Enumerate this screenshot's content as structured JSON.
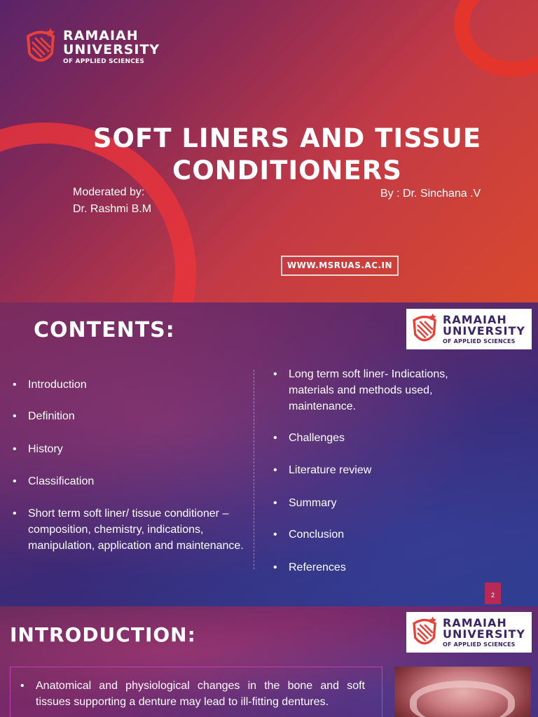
{
  "slide1": {
    "logo": {
      "line1": "RAMAIAH",
      "line2": "UNIVERSITY",
      "line3": "OF APPLIED SCIENCES"
    },
    "title_line1": "SOFT LINERS AND TISSUE",
    "title_line2": "CONDITIONERS",
    "moderated_label": "Moderated by:",
    "moderator": "Dr. Rashmi B.M",
    "by": "By : Dr. Sinchana .V",
    "url": "WWW.MSRUAS.AC.IN"
  },
  "slide2": {
    "heading": "CONTENTS:",
    "logo": {
      "line1": "RAMAIAH",
      "line2": "UNIVERSITY",
      "line3": "OF APPLIED SCIENCES"
    },
    "left_items": [
      "Introduction",
      "Definition",
      "History",
      "Classification",
      "Short term soft liner/ tissue conditioner – composition, chemistry, indications, manipulation, application and maintenance."
    ],
    "right_items": [
      "Long term soft liner- Indications, materials and methods used, maintenance.",
      "Challenges",
      "Literature review",
      "Summary",
      "Conclusion",
      "References"
    ],
    "page_number": "2"
  },
  "slide3": {
    "heading": "INTRODUCTION:",
    "logo": {
      "line1": "RAMAIAH",
      "line2": "UNIVERSITY",
      "line3": "OF APPLIED SCIENCES"
    },
    "bullet1": "Anatomical and physiological changes in the bone and soft tissues supporting a denture may lead to ill-fitting dentures."
  }
}
